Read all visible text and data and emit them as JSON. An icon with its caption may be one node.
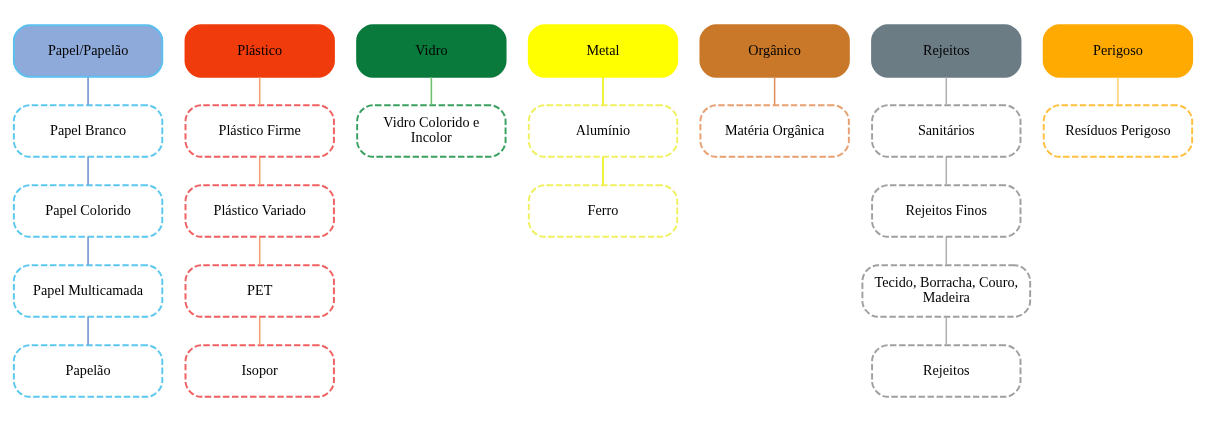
{
  "diagram": {
    "nodes": [
      {
        "text": [
          "Papel/Papelão"
        ]
      },
      {
        "text": [
          "Papel Branco"
        ]
      },
      {
        "text": [
          "Papel Colorido"
        ]
      },
      {
        "text": [
          "Papel Multicamada"
        ]
      },
      {
        "text": [
          "Papelão"
        ]
      },
      {
        "text": [
          "Plástico"
        ]
      },
      {
        "text": [
          "Plástico Firme"
        ]
      },
      {
        "text": [
          "Plástico Variado"
        ]
      },
      {
        "text": [
          "PET"
        ]
      },
      {
        "text": [
          "Isopor"
        ]
      },
      {
        "text": [
          "Vidro"
        ]
      },
      {
        "text": [
          "Vidro Colorido e Incolor"
        ]
      },
      {
        "text": [
          "Metal"
        ]
      },
      {
        "text": [
          "Alumínio"
        ]
      },
      {
        "text": [
          "Ferro"
        ]
      },
      {
        "text": [
          "Orgânico"
        ]
      },
      {
        "text": [
          "Matéria Orgânica"
        ]
      },
      {
        "text": [
          "Rejeitos"
        ]
      },
      {
        "text": [
          "Sanitários"
        ]
      },
      {
        "text": [
          "Rejeitos Finos"
        ]
      },
      {
        "text": [
          "Tecido, Borracha, Couro, Madeira"
        ]
      },
      {
        "text": [
          "Rejeitos"
        ]
      },
      {
        "text": [
          "Perigoso"
        ]
      },
      {
        "text": [
          "Resíduos Perigoso"
        ]
      }
    ],
    "edges": [
      {
        "from": 0,
        "to": 1,
        "arrow": "none",
        "color": "#7090d0"
      },
      {
        "from": 1,
        "to": 2,
        "arrow": "none",
        "color": "#7090d0"
      },
      {
        "from": 2,
        "to": 3,
        "arrow": "none",
        "color": "#7090d0"
      },
      {
        "from": 3,
        "to": 4,
        "arrow": "none",
        "color": "#7090d0"
      },
      {
        "from": 5,
        "to": 6,
        "arrow": "none",
        "color": "#f0a070"
      },
      {
        "from": 6,
        "to": 7,
        "arrow": "none",
        "color": "#f0a070"
      },
      {
        "from": 7,
        "to": 8,
        "arrow": "none",
        "color": "#f0a070"
      },
      {
        "from": 8,
        "to": 9,
        "arrow": "none",
        "color": "#f0a070"
      },
      {
        "from": 10,
        "to": 11,
        "arrow": "none",
        "color": "#70c070"
      },
      {
        "from": 12,
        "to": 13,
        "arrow": "none",
        "color": "#f0f000"
      },
      {
        "from": 13,
        "to": 14,
        "arrow": "none",
        "color": "#f0f000"
      },
      {
        "from": 15,
        "to": 16,
        "arrow": "none",
        "color": "#e09060"
      },
      {
        "from": 17,
        "to": 18,
        "arrow": "none",
        "color": "#b0b0b0"
      },
      {
        "from": 18,
        "to": 19,
        "arrow": "none",
        "color": "#b0b0b0"
      },
      {
        "from": 19,
        "to": 20,
        "arrow": "none",
        "color": "#b0b0b0"
      },
      {
        "from": 20,
        "to": 21,
        "arrow": "none",
        "color": "#b0b0b0"
      },
      {
        "from": 22,
        "to": 23,
        "arrow": "none",
        "color": "#ffd070"
      }
    ]
  }
}
